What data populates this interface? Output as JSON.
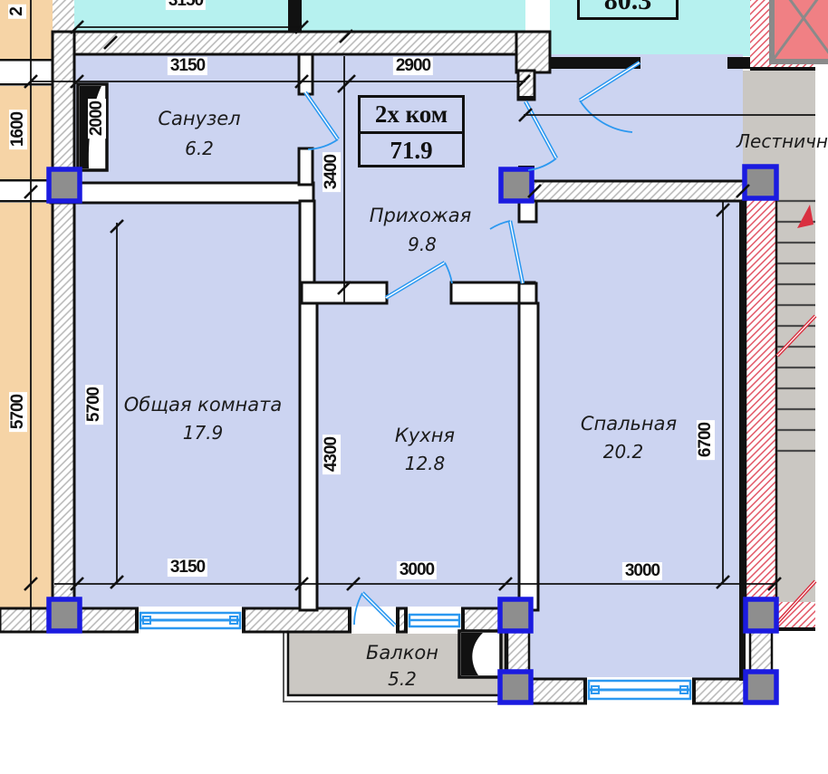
{
  "plan": {
    "unit_label": {
      "type": "2х ком",
      "area": "71.9"
    },
    "adjacent_area_label": "80.3",
    "rooms": {
      "sanuzel": {
        "name": "Санузел",
        "area": "6.2"
      },
      "prihozhaya": {
        "name": "Прихожая",
        "area": "9.8"
      },
      "obshchaya": {
        "name": "Общая комната",
        "area": "17.9"
      },
      "kuhnya": {
        "name": "Кухня",
        "area": "12.8"
      },
      "spalnaya": {
        "name": "Спальная",
        "area": "20.2"
      },
      "balkon": {
        "name": "Балкон",
        "area": "5.2"
      },
      "lestnitsa": {
        "name": "Лестничн"
      }
    },
    "dimensions": {
      "top_adjacent_width": "3150",
      "bath_width": "3150",
      "hall_width": "2900",
      "shaft_width": "2000",
      "left_height_partial": "2",
      "left_height_upper": "1600",
      "left_height_lower": "5700",
      "living_height": "5700",
      "hall_height": "3400",
      "kitchen_height": "4300",
      "bedroom_height": "6700",
      "living_width": "3150",
      "kitchen_width": "3000",
      "bedroom_width": "3000"
    },
    "colors": {
      "room_fill": "#ccd4f1",
      "adjacent_cyan": "#b6f1ef",
      "adjacent_orange": "#f6d4a6",
      "corridor_gray": "#cac7c2",
      "balcony_gray": "#cbc8c3",
      "column_gray": "#8e8e8e",
      "column_blue": "#1b1be0",
      "door_window_blue": "#2b98f0",
      "stair_wall_red": "#d94050",
      "elevator_pink": "#f08084"
    }
  }
}
